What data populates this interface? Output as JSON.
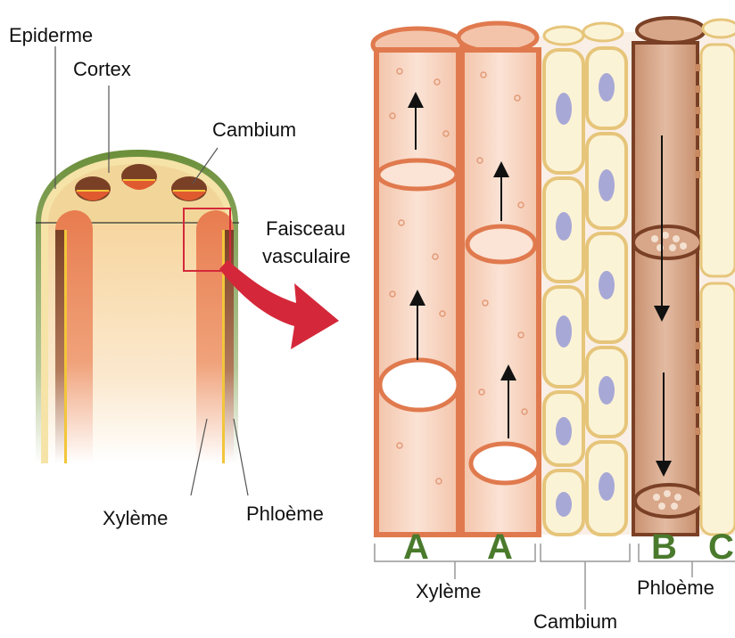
{
  "labels": {
    "epiderme": "Epiderme",
    "cortex": "Cortex",
    "cambium_top": "Cambium",
    "faisceau_line1": "Faisceau",
    "faisceau_line2": "vasculaire",
    "xyleme_left": "Xylème",
    "phloeme_left": "Phloème",
    "xyleme_bottom": "Xylème",
    "cambium_bottom": "Cambium",
    "phloeme_bottom": "Phloème"
  },
  "cell_letters": {
    "a1": "A",
    "a2": "A",
    "b": "B",
    "c": "C"
  },
  "colors": {
    "letters": "#4a7a2c",
    "xylem": "#e07a4e",
    "xylem_fill": "#f6d3bf",
    "phloem": "#7a4026",
    "phloem_fill": "#d8a688",
    "cambium_fill": "#fbf3d6",
    "cambium_stroke": "#e6c57a",
    "nucleus": "#a8a8d6",
    "epidermis": "#6b8f3a",
    "arrow_red": "#d4283a",
    "core_fill": "#f7d9a6"
  }
}
